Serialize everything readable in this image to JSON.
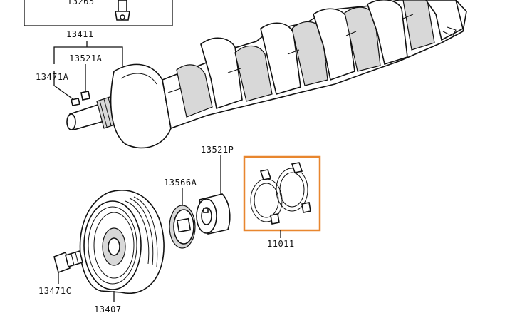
{
  "labels": {
    "p13265": "13265",
    "p13411": "13411",
    "p13521A": "13521A",
    "p13471A": "13471A",
    "p13521P": "13521P",
    "p13566A": "13566A",
    "p11011": "11011",
    "p13471C": "13471C",
    "p13407": "13407"
  },
  "colors": {
    "highlight": "#e8862e",
    "line": "#111111"
  },
  "icons": [
    "crankshaft-icon",
    "crank-pulley-icon",
    "timing-gear-icon",
    "thrust-washer-icon",
    "bolt-icon",
    "key-icon",
    "rod-icon"
  ]
}
